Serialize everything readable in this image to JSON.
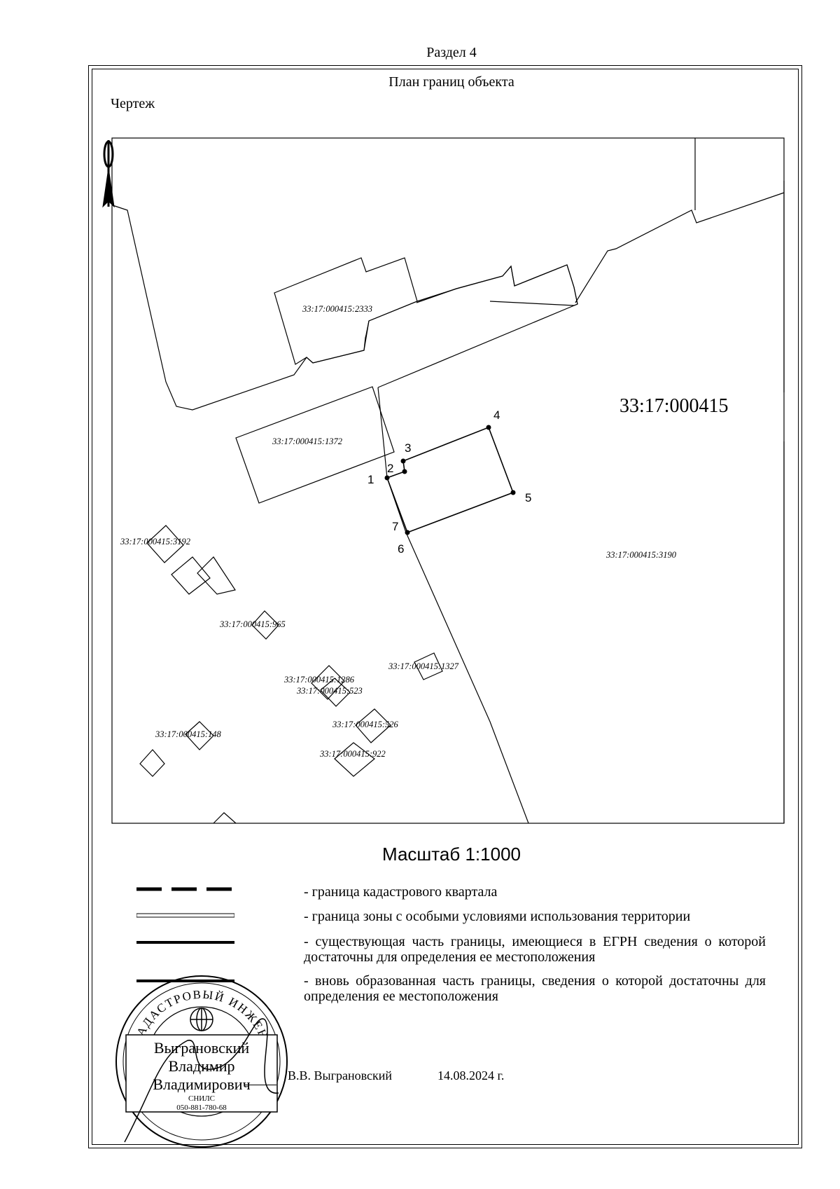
{
  "header": {
    "section": "Раздел 4",
    "plan_title": "План границ объекта",
    "drawing_label": "Чертеж"
  },
  "map": {
    "quarter_number": "33:17:000415",
    "parcels": {
      "p2333": "33:17:000415:2333",
      "p1372": "33:17:000415:1372",
      "p3192": "33:17:000415:3192",
      "p3190": "33:17:000415:3190",
      "p965": "33:17:000415:965",
      "p1327": "33:17:000415:1327",
      "p1286": "33:17:000415:1286",
      "p523": "33:17:000415:523",
      "p526": "33:17:000415:526",
      "p148": "33:17:000415:148",
      "p922": "33:17:000415:922"
    },
    "points": {
      "n1": "1",
      "n2": "2",
      "n3": "3",
      "n4": "4",
      "n5": "5",
      "n6": "6",
      "n7": "7"
    }
  },
  "scale": "Масштаб 1:1000",
  "legend": {
    "quarter_boundary": "- граница кадастрового квартала",
    "zone_boundary": "- граница зоны с особыми условиями использования территории",
    "existing_boundary": "- существующая часть границы, имеющиеся в ЕГРН сведения о которой достаточны для определения ее местоположения",
    "new_boundary": "- вновь образованная часть границы, сведения о которой достаточны для определения ее местоположения"
  },
  "signature": {
    "name": "В.В. Выграновский",
    "date": "14.08.2024 г."
  },
  "stamp": {
    "title": "КАДАСТРОВЫЙ ИНЖЕНЕР",
    "name_line1": "Выграновский",
    "name_line2": "Владимир",
    "name_line3": "Владимирович",
    "snils_label": "СНИЛС",
    "snils": "050-881-780-68"
  }
}
